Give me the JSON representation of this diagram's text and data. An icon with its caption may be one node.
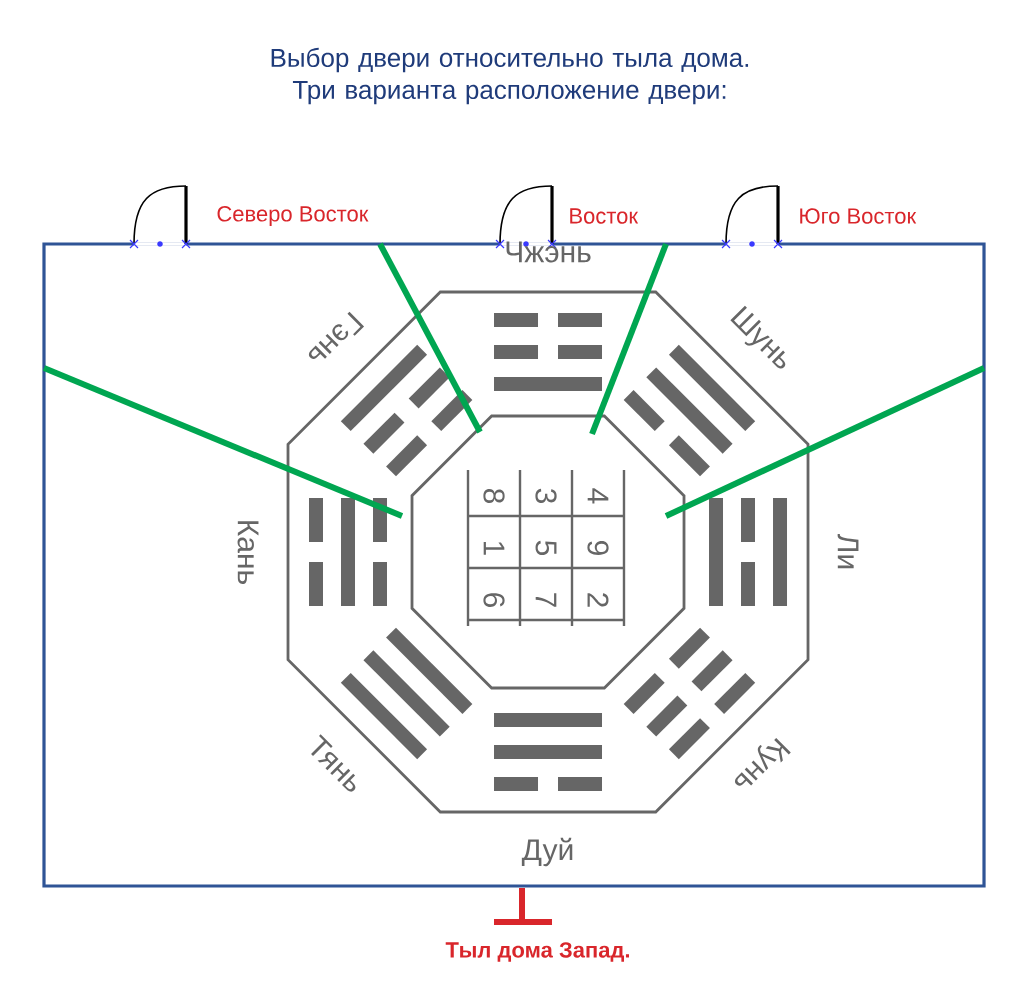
{
  "diagram": {
    "title": "Выбор двери относительно тыла дома. Три варианта расположение двери:",
    "labels": [
      "Северо Восток",
      "Восток",
      "Юго Восток",
      "Чжэнь",
      "Гэнь",
      "Шунь",
      "Кань",
      "Ли",
      "Тянь",
      "Кунь",
      "Дуй",
      "8",
      "3",
      "4",
      "1",
      "5",
      "9",
      "6",
      "7",
      "2",
      "Тыл дома Запад."
    ]
  }
}
